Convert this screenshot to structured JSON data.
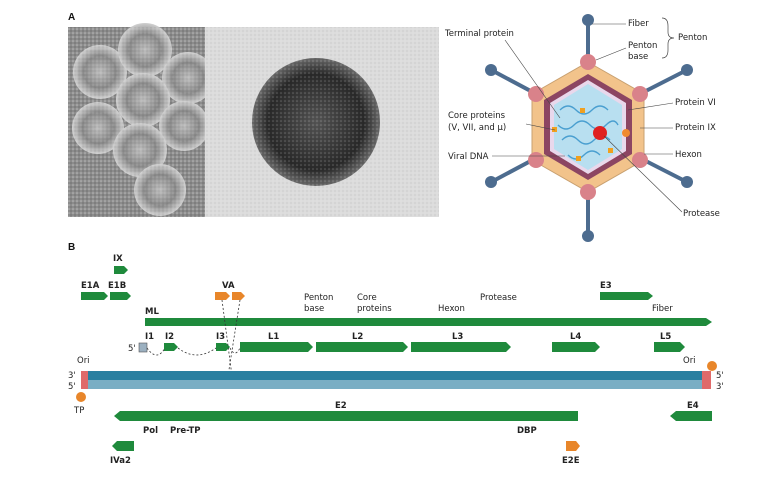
{
  "panel_a": "A",
  "panel_b": "B",
  "virion": {
    "terminal_protein": "Terminal protein",
    "fiber": "Fiber",
    "penton_base": [
      "Penton",
      "base"
    ],
    "penton": "Penton",
    "core_proteins": [
      "Core proteins",
      "(V, VII, and μ)"
    ],
    "protein_vi": "Protein VI",
    "protein_ix": "Protein IX",
    "viral_dna": "Viral DNA",
    "hexon": "Hexon",
    "protease": "Protease"
  },
  "genome": {
    "ix": "IX",
    "e1a": "E1A",
    "e1b": "E1B",
    "va": "VA",
    "e3": "E3",
    "ml": "ML",
    "penton_base": [
      "Penton",
      "base"
    ],
    "core_proteins": [
      "Core",
      "proteins"
    ],
    "hexon": "Hexon",
    "protease": "Protease",
    "fiber": "Fiber",
    "l1": "L1",
    "l2": "L2",
    "l3": "L3",
    "l4": "L4",
    "l5": "L5",
    "i1": "I1",
    "i2": "I2",
    "i3": "I3",
    "five_prime_l": "5'",
    "ori_left": "Ori",
    "ori_right": "Ori",
    "three_prime_tl": "3'",
    "five_prime_bl": "5'",
    "five_prime_tr": "5'",
    "three_prime_br": "3'",
    "tp": "TP",
    "e2": "E2",
    "e4": "E4",
    "pol": "Pol",
    "pre_tp": "Pre-TP",
    "dbp": "DBP",
    "iva2": "IVa2",
    "e2e": "E2E"
  },
  "colors": {
    "gene_green": "#1f8a3c",
    "orange": "#e8862a",
    "dna_top": "#2a7fa0",
    "dna_bottom": "#7aaec4",
    "itr": "#e06a6a"
  }
}
